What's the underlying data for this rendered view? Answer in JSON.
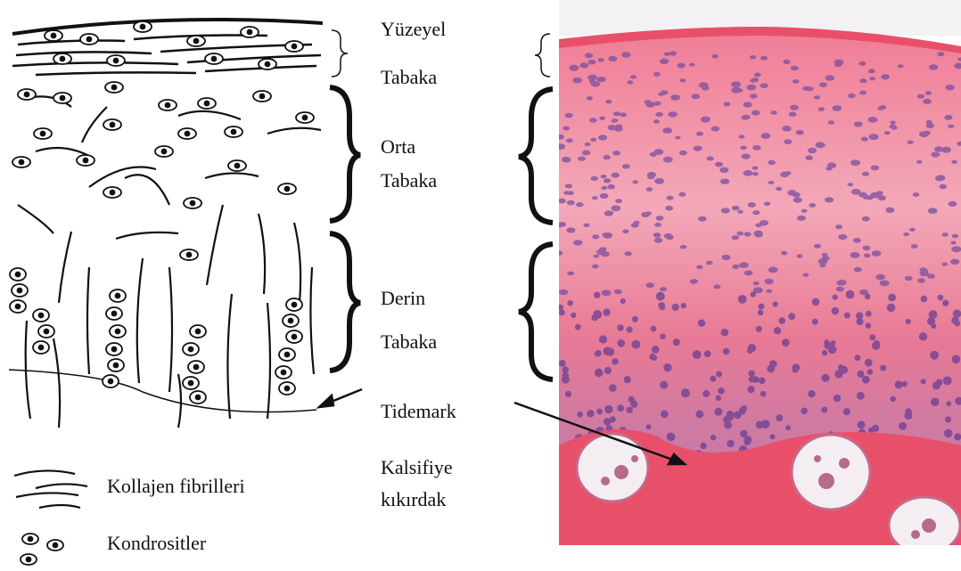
{
  "layers": {
    "superficial_line1": "Yüzeyel",
    "superficial_line2": "Tabaka",
    "middle_line1": "Orta",
    "middle_line2": "Tabaka",
    "deep_line1": "Derin",
    "deep_line2": "Tabaka",
    "tidemark": "Tidemark",
    "calcified_line1": "Kalsifiye",
    "calcified_line2": "kıkırdak"
  },
  "legend": {
    "fibrils": "Kollajen fibrilleri",
    "chondrocytes": "Kondrositler"
  },
  "colors": {
    "tissue_pink": "#e8506a",
    "tissue_light": "#f08aa0",
    "nucleus_purple": "#7a4fa0",
    "ink": "#111111"
  }
}
